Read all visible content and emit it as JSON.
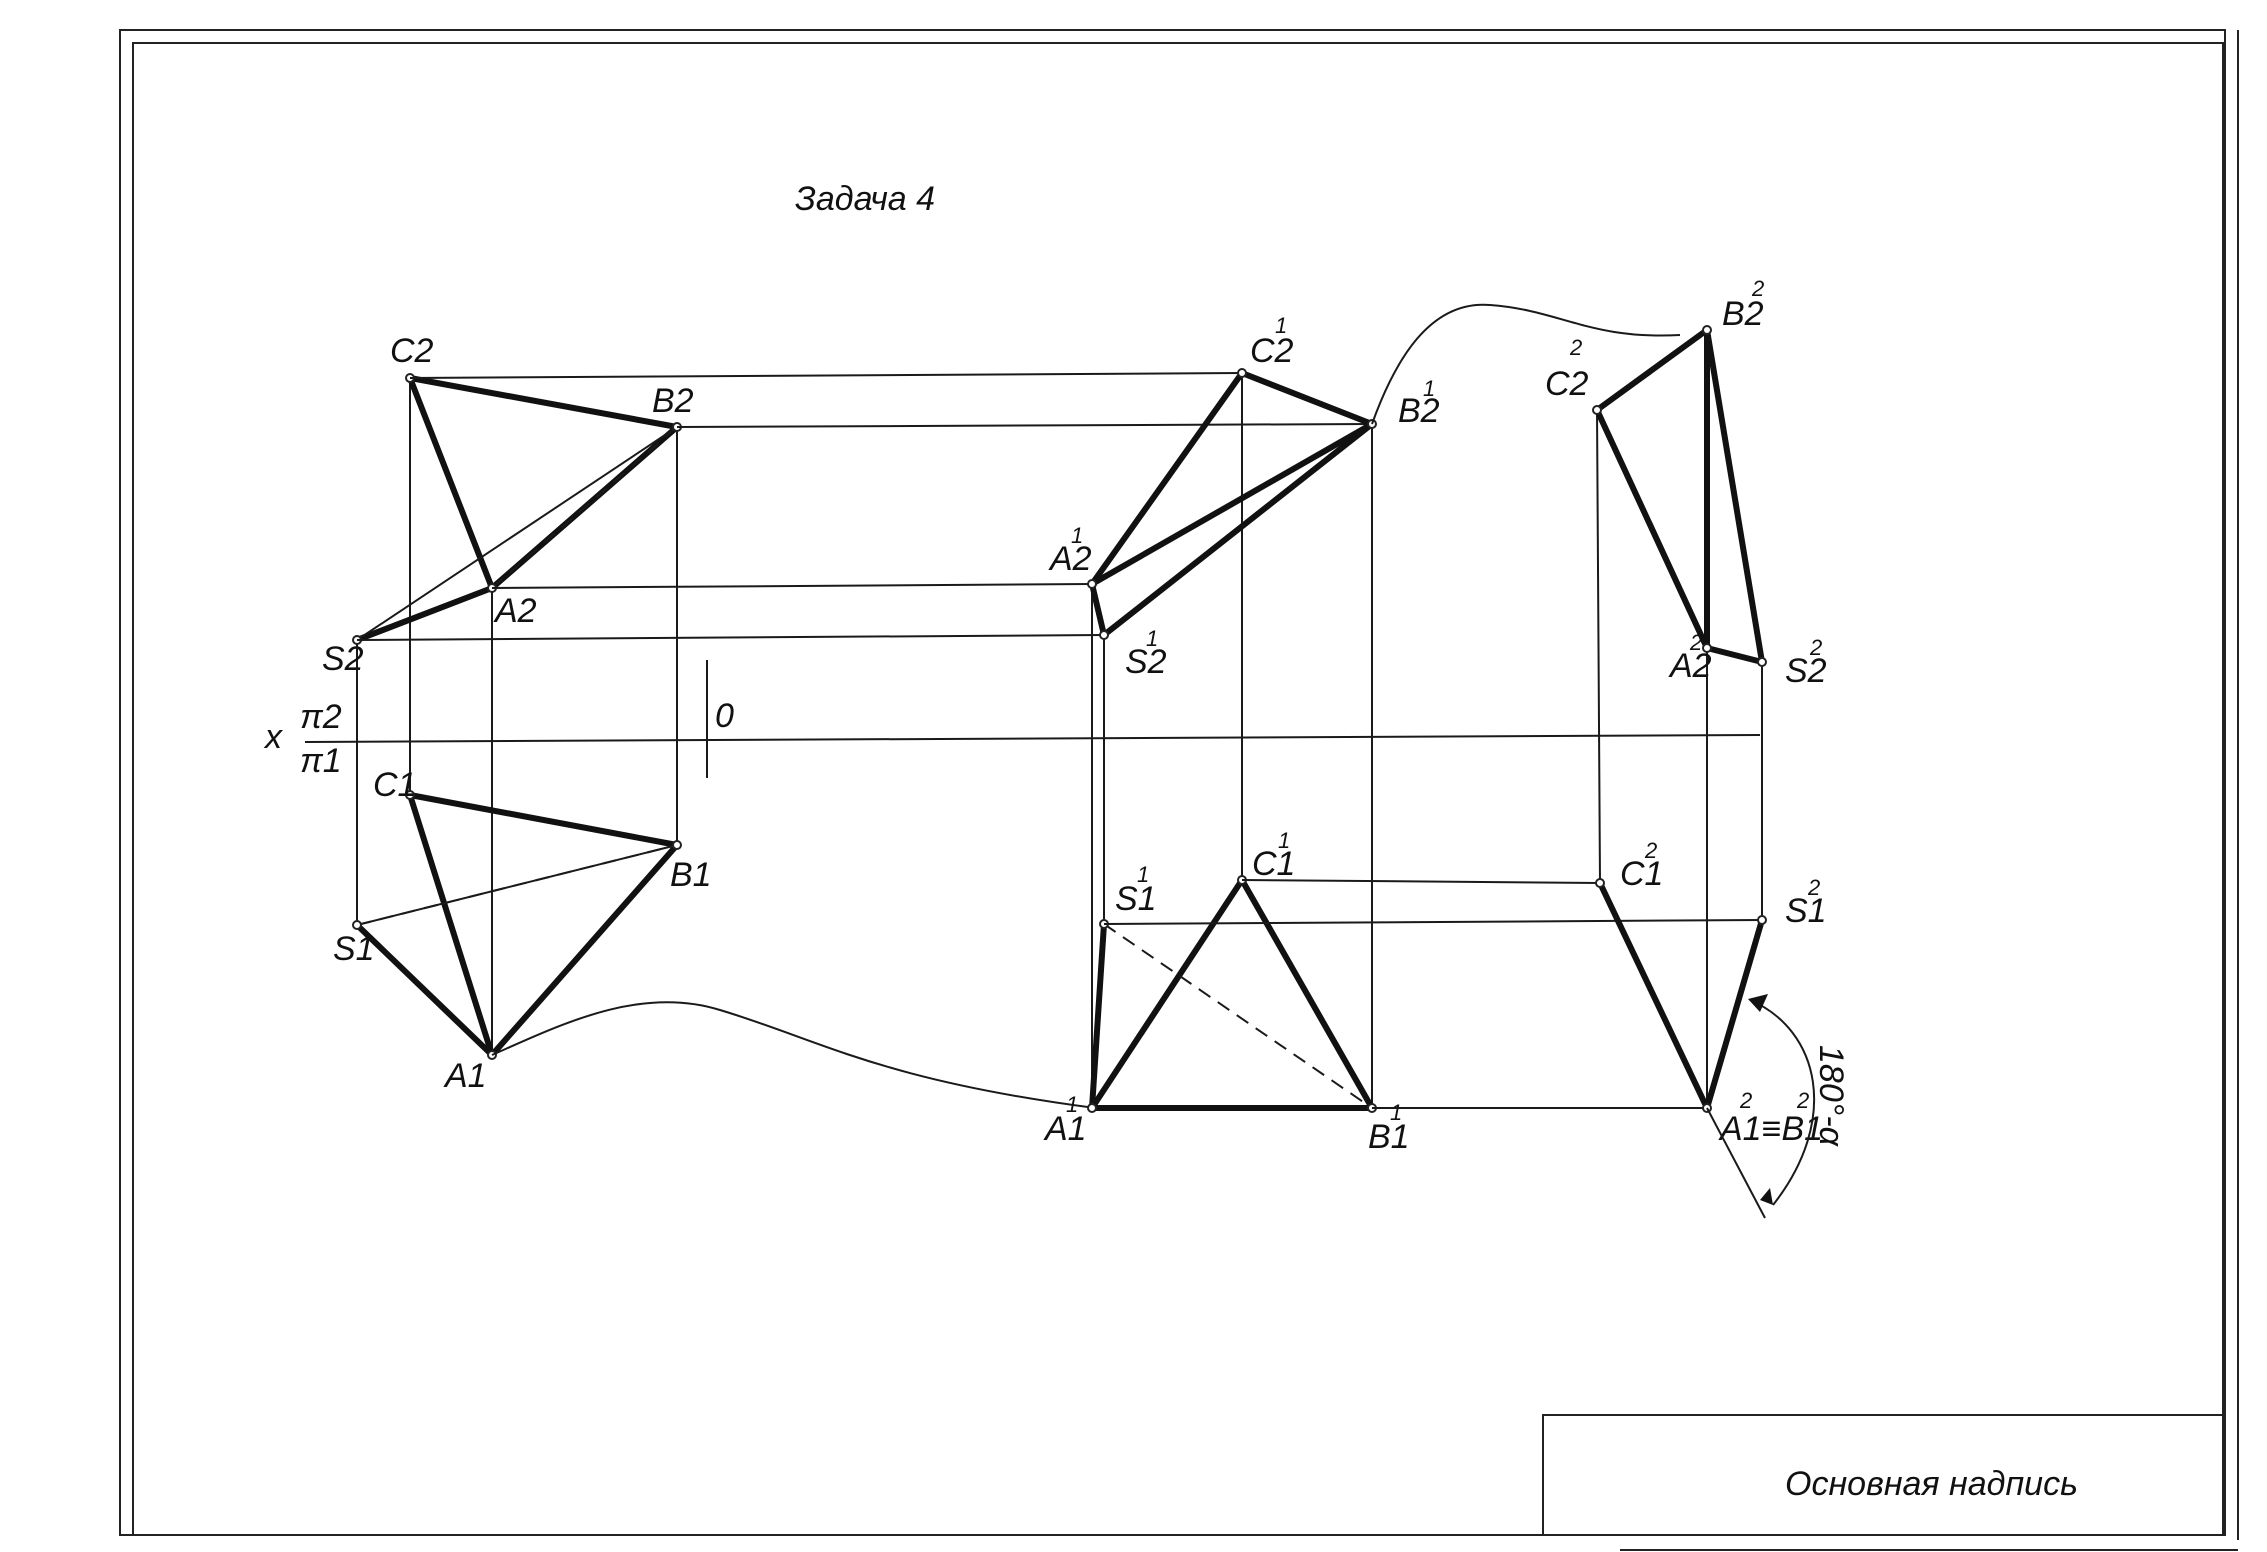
{
  "title": "Задача 4",
  "stamp_label": "Основная надпись",
  "axis": {
    "x_label": "x",
    "pi2_label": "π2",
    "pi1_label": "π1",
    "origin_label": "0"
  },
  "angle_label": "180°-α",
  "labels": {
    "C2": "C2",
    "B2": "B2",
    "A2": "A2",
    "S2": "S2",
    "C1": "C1",
    "B1": "B1",
    "A1": "A1",
    "S1": "S1",
    "C2_1": "C2",
    "B2_1": "B2",
    "A2_1": "A2",
    "S2_1": "S2",
    "C1_1": "C1",
    "B1_1": "B1",
    "A1_1": "A1",
    "S1_1": "S1",
    "C2_2": "C2",
    "B2_2": "B2",
    "A2_2": "A2",
    "S2_2": "S2",
    "C1_2": "C1",
    "S1_2": "S1",
    "A1B1_2": "A1≡B1"
  },
  "superscripts": {
    "one": "1",
    "two": "2"
  }
}
